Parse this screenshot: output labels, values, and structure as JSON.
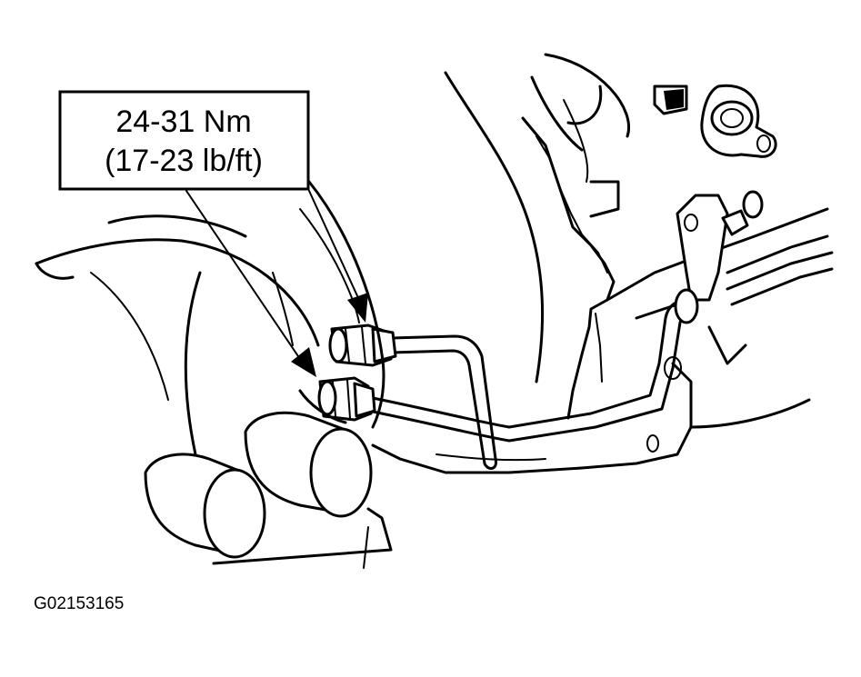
{
  "callout": {
    "torque_nm": "24-31 Nm",
    "torque_lbft": "(17-23 lb/ft)"
  },
  "figure_code": "G02153165",
  "colors": {
    "line": "#000000",
    "background": "#ffffff"
  }
}
